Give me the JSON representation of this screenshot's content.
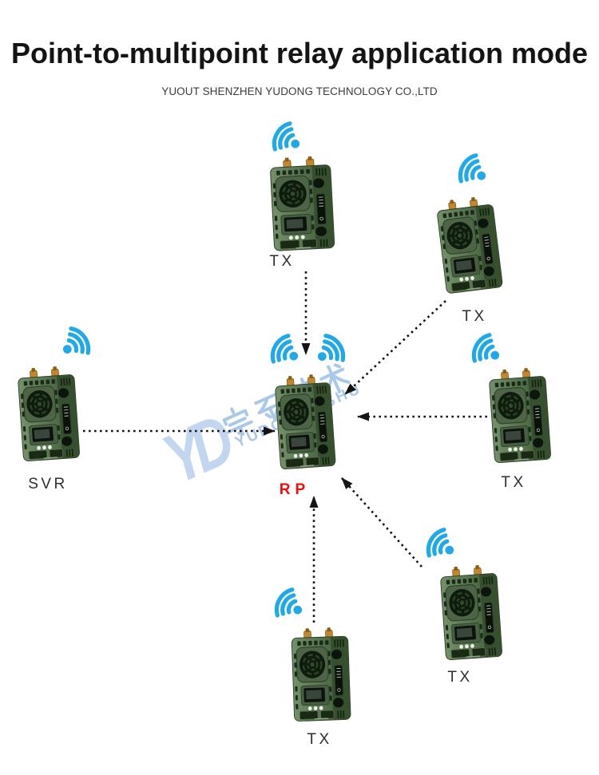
{
  "title": "Point-to-multipoint relay application mode",
  "subtitle": "YUOUT SHENZHEN YUDONG TECHNOLOGY CO.,LTD",
  "nodes": [
    {
      "id": "tx-top",
      "label": "TX"
    },
    {
      "id": "tx-upper-right",
      "label": "TX"
    },
    {
      "id": "svr",
      "label": "SVR"
    },
    {
      "id": "rp",
      "label": "RP"
    },
    {
      "id": "tx-right",
      "label": "TX"
    },
    {
      "id": "tx-lower-right",
      "label": "TX"
    },
    {
      "id": "tx-bottom",
      "label": "TX"
    }
  ],
  "connections": [
    {
      "from": "tx-top",
      "to": "rp"
    },
    {
      "from": "tx-upper-right",
      "to": "rp"
    },
    {
      "from": "tx-right",
      "to": "rp"
    },
    {
      "from": "svr",
      "to": "rp"
    },
    {
      "from": "tx-lower-right",
      "to": "rp"
    },
    {
      "from": "tx-bottom",
      "to": "rp"
    }
  ],
  "watermark": {
    "monogram": "YD",
    "chinese": "宇东技术",
    "english": "YUDONGJISHU"
  },
  "colors": {
    "wifi_icon": "#1FA9E8",
    "arrow": "#141414",
    "rp_label": "#F20C0C",
    "tx_label": "#2F2F2F",
    "device_body": "#54704C",
    "antenna": "#C2862C",
    "watermark": "#A9C8EA"
  }
}
